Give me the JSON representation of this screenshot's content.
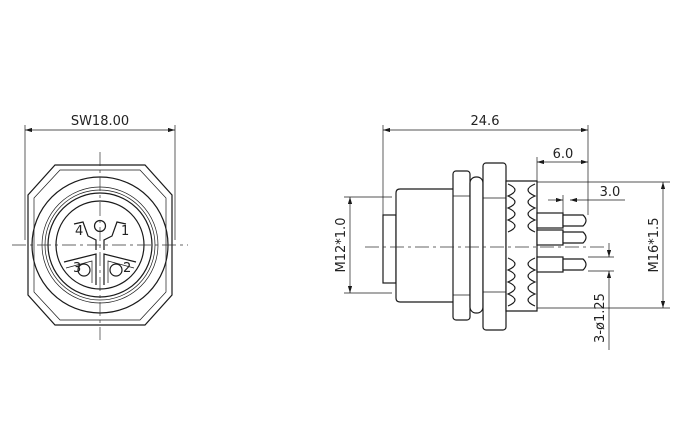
{
  "drawing": {
    "front_view": {
      "width_label": "SW18.00",
      "pin_labels": [
        "1",
        "2",
        "3",
        "4"
      ]
    },
    "side_view": {
      "length_label": "24.6",
      "thread_length_label": "6.0",
      "pin_length_label": "3.0",
      "front_thread_label": "M12*1.0",
      "panel_thread_label": "M16*1.5",
      "pin_diameter_label": "3-ø1.25"
    }
  }
}
